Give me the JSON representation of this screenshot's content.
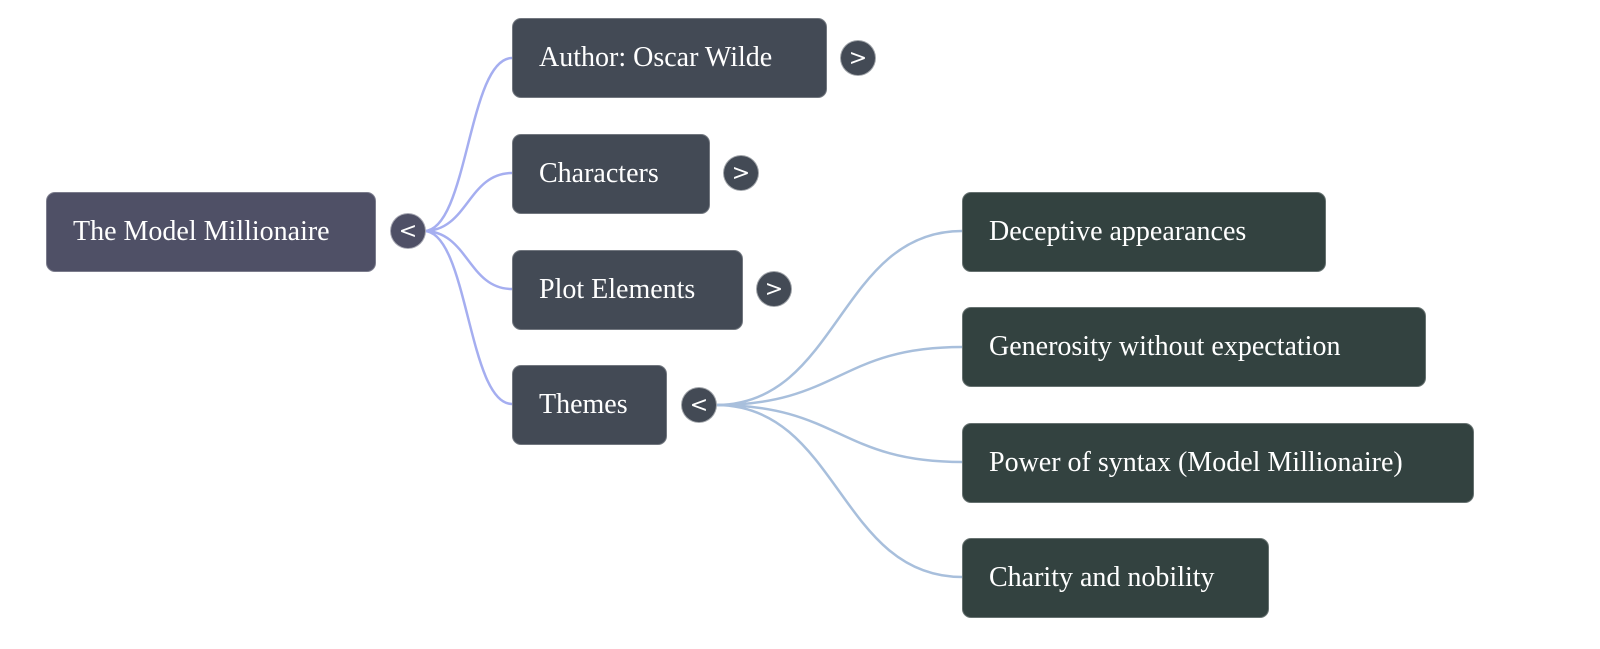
{
  "mindmap": {
    "root": {
      "label": "The Model Millionaire",
      "toggle": "<",
      "expanded": true
    },
    "branches": [
      {
        "label": "Author: Oscar Wilde",
        "toggle": ">",
        "expanded": false
      },
      {
        "label": "Characters",
        "toggle": ">",
        "expanded": false
      },
      {
        "label": "Plot Elements",
        "toggle": ">",
        "expanded": false
      },
      {
        "label": "Themes",
        "toggle": "<",
        "expanded": true,
        "children": [
          {
            "label": "Deceptive appearances"
          },
          {
            "label": "Generosity without expectation"
          },
          {
            "label": "Power of syntax (Model Millionaire)"
          },
          {
            "label": "Charity and nobility"
          }
        ]
      }
    ],
    "colors": {
      "root_node": "#4f5066",
      "branch_node": "#434a55",
      "leaf_node": "#334240",
      "root_links": "#a5aef0",
      "theme_links": "#a8bfdc"
    }
  }
}
